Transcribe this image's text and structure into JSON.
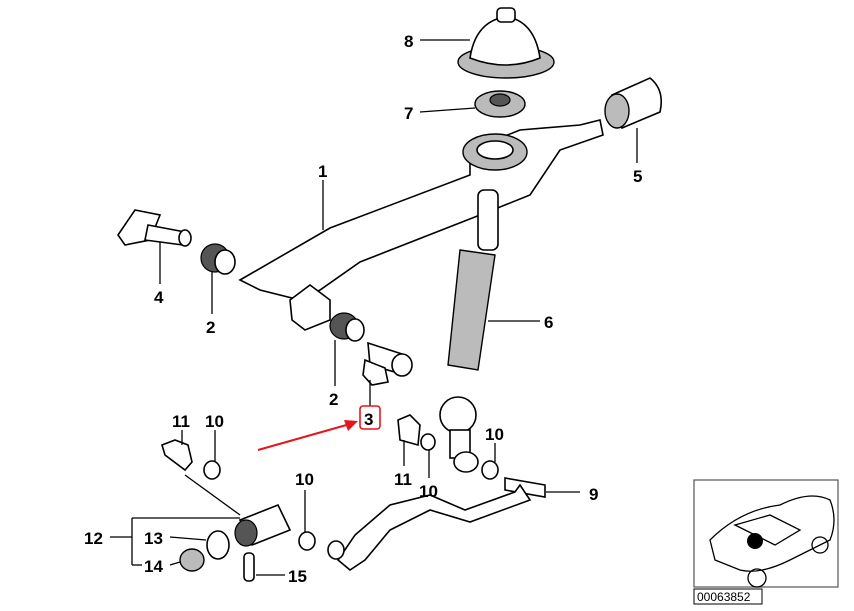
{
  "diagram": {
    "callouts": {
      "c8": "8",
      "c7": "7",
      "c5": "5",
      "c1": "1",
      "c4": "4",
      "c2a": "2",
      "c6": "6",
      "c2b": "2",
      "c3": "3",
      "c11a": "11",
      "c10a": "10",
      "c10b": "10",
      "c11b": "11",
      "c10c": "10",
      "c9": "9",
      "c10d": "10",
      "c12": "12",
      "c13": "13",
      "c14": "14",
      "c15": "15"
    },
    "highlighted_part": "3",
    "highlight_color": "#e8141b",
    "inset_code": "00063852"
  }
}
